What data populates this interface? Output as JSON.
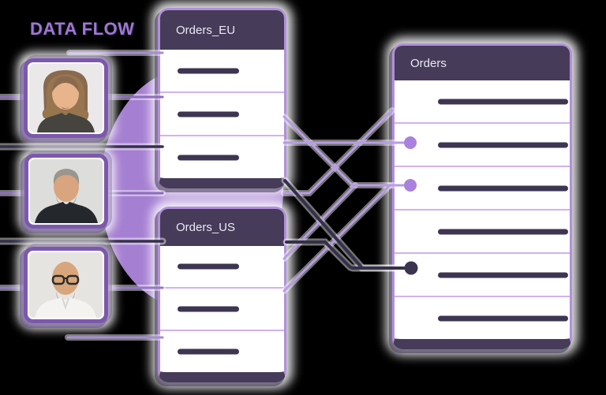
{
  "title": "DATA FLOW",
  "tables": {
    "orders_eu": {
      "title": "Orders_EU",
      "rows": 3
    },
    "orders_us": {
      "title": "Orders_US",
      "rows": 3
    },
    "orders": {
      "title": "Orders",
      "rows": 6,
      "dot_rows": [
        2,
        3,
        5
      ]
    }
  },
  "portraits": [
    "woman-smiling",
    "man-gray-hair-beard",
    "bald-man-glasses"
  ],
  "colors": {
    "accent_purple": "#a57fd2",
    "title_purple": "#9d78d0",
    "header_dark": "#463c59",
    "table_border": "#b28fdc",
    "bar_dark": "#3d3551",
    "line_light": "#b79ce4",
    "line_dark": "#35304a",
    "dot_light": "#aa82dd",
    "dot_dark": "#3d3550"
  }
}
